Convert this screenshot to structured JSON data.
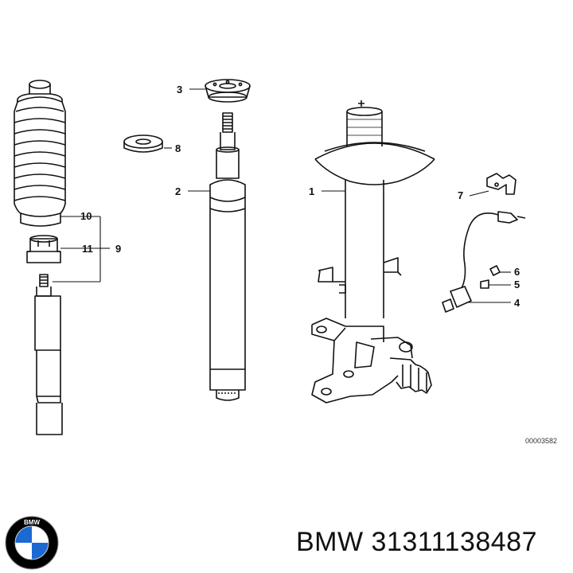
{
  "callouts": {
    "c1": "1",
    "c2": "2",
    "c3": "3",
    "c4": "4",
    "c5": "5",
    "c6": "6",
    "c7": "7",
    "c8": "8",
    "c9": "9",
    "c10": "10",
    "c11": "11"
  },
  "reference_code": "00003582",
  "brand": {
    "text": "BMW 31311138487",
    "logo_letters": "BMW",
    "colors": {
      "blue": "#1c69d4",
      "ring": "#000000",
      "white": "#ffffff"
    }
  },
  "icons": [
    "bmw-logo-icon"
  ]
}
